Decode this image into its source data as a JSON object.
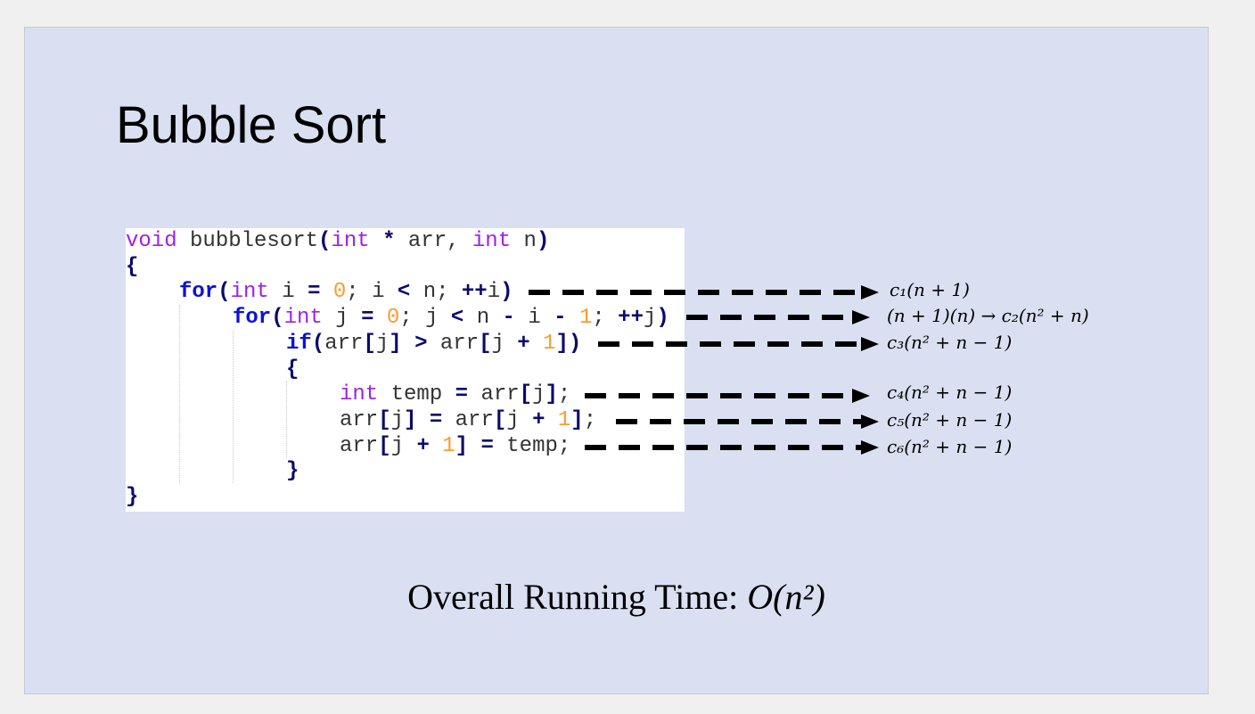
{
  "slide": {
    "title": "Bubble Sort",
    "code_lines": [
      {
        "indent": 0,
        "tokens": [
          [
            "void",
            "kw"
          ],
          [
            " bubblesort",
            ""
          ],
          [
            "(",
            "op"
          ],
          [
            "int",
            "kw"
          ],
          [
            " ",
            ""
          ],
          [
            "*",
            "op"
          ],
          [
            " arr, ",
            ""
          ],
          [
            "int",
            "kw"
          ],
          [
            " n",
            ""
          ],
          [
            ")",
            "op"
          ]
        ]
      },
      {
        "indent": 0,
        "tokens": [
          [
            "{",
            "op"
          ]
        ]
      },
      {
        "indent": 1,
        "tokens": [
          [
            "for",
            "ctl"
          ],
          [
            "(",
            "op"
          ],
          [
            "int",
            "kw"
          ],
          [
            " i ",
            ""
          ],
          [
            "=",
            "op"
          ],
          [
            " ",
            ""
          ],
          [
            "0",
            "num"
          ],
          [
            "; i ",
            ""
          ],
          [
            "<",
            "op"
          ],
          [
            " n; ",
            ""
          ],
          [
            "++",
            "op"
          ],
          [
            "i",
            ""
          ],
          [
            ")",
            "op"
          ]
        ]
      },
      {
        "indent": 2,
        "tokens": [
          [
            "for",
            "ctl"
          ],
          [
            "(",
            "op"
          ],
          [
            "int",
            "kw"
          ],
          [
            " j ",
            ""
          ],
          [
            "=",
            "op"
          ],
          [
            " ",
            ""
          ],
          [
            "0",
            "num"
          ],
          [
            "; j ",
            ""
          ],
          [
            "<",
            "op"
          ],
          [
            " n ",
            ""
          ],
          [
            "-",
            "op"
          ],
          [
            " i ",
            ""
          ],
          [
            "-",
            "op"
          ],
          [
            " ",
            ""
          ],
          [
            "1",
            "num"
          ],
          [
            "; ",
            ""
          ],
          [
            "++",
            "op"
          ],
          [
            "j",
            ""
          ],
          [
            ")",
            "op"
          ]
        ]
      },
      {
        "indent": 3,
        "tokens": [
          [
            "if",
            "ctl"
          ],
          [
            "(",
            "op"
          ],
          [
            "arr",
            ""
          ],
          [
            "[",
            "op"
          ],
          [
            "j",
            ""
          ],
          [
            "]",
            "op"
          ],
          [
            " ",
            ""
          ],
          [
            ">",
            "op"
          ],
          [
            " arr",
            ""
          ],
          [
            "[",
            "op"
          ],
          [
            "j ",
            ""
          ],
          [
            "+",
            "op"
          ],
          [
            " ",
            ""
          ],
          [
            "1",
            "num"
          ],
          [
            "])",
            "op"
          ]
        ]
      },
      {
        "indent": 3,
        "tokens": [
          [
            "{",
            "op"
          ]
        ]
      },
      {
        "indent": 4,
        "tokens": [
          [
            "int",
            "kw"
          ],
          [
            " temp ",
            ""
          ],
          [
            "=",
            "op"
          ],
          [
            " arr",
            ""
          ],
          [
            "[",
            "op"
          ],
          [
            "j",
            ""
          ],
          [
            "]",
            "op"
          ],
          [
            ";",
            ""
          ]
        ]
      },
      {
        "indent": 4,
        "tokens": [
          [
            "arr",
            ""
          ],
          [
            "[",
            "op"
          ],
          [
            "j",
            ""
          ],
          [
            "]",
            "op"
          ],
          [
            " ",
            ""
          ],
          [
            "=",
            "op"
          ],
          [
            " arr",
            ""
          ],
          [
            "[",
            "op"
          ],
          [
            "j ",
            ""
          ],
          [
            "+",
            "op"
          ],
          [
            " ",
            ""
          ],
          [
            "1",
            "num"
          ],
          [
            "]",
            "op"
          ],
          [
            ";",
            ""
          ]
        ]
      },
      {
        "indent": 4,
        "tokens": [
          [
            "arr",
            ""
          ],
          [
            "[",
            "op"
          ],
          [
            "j ",
            ""
          ],
          [
            "+",
            "op"
          ],
          [
            " ",
            ""
          ],
          [
            "1",
            "num"
          ],
          [
            "]",
            "op"
          ],
          [
            " ",
            ""
          ],
          [
            "=",
            "op"
          ],
          [
            " temp;",
            ""
          ]
        ]
      },
      {
        "indent": 3,
        "tokens": [
          [
            "}",
            "op"
          ]
        ]
      },
      {
        "indent": 0,
        "tokens": [
          [
            "}",
            "op"
          ]
        ]
      }
    ],
    "costs": [
      "c₁(n + 1)",
      "(n + 1)(n) → c₂(n² + n)",
      "c₃(n² + n − 1)",
      "c₄(n² + n − 1)",
      "c₅(n² + n − 1)",
      "c₆(n² + n − 1)"
    ],
    "overall_label": "Overall Running Time: ",
    "overall_value": "O(n²)"
  }
}
